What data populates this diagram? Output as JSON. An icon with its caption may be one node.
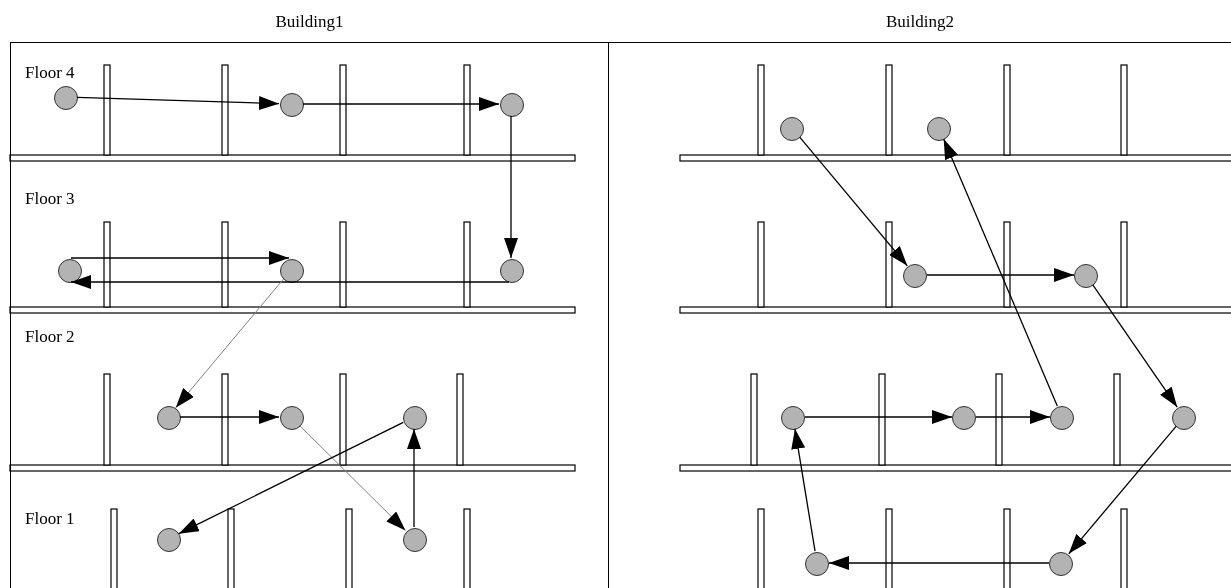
{
  "diagram": {
    "nodes": [
      {
        "text": [
          "Building1"
        ]
      },
      {
        "text": [
          "Building2"
        ]
      },
      {
        "text": [],
        "shape": "circle",
        "in": 0
      },
      {
        "text": [],
        "shape": "circle",
        "in": 0
      },
      {
        "text": [],
        "shape": "circle",
        "in": 0
      },
      {
        "text": [],
        "shape": "circle",
        "in": 0
      },
      {
        "text": [],
        "shape": "circle",
        "in": 0
      },
      {
        "text": [],
        "shape": "circle",
        "in": 0
      },
      {
        "text": [],
        "shape": "circle",
        "in": 0
      },
      {
        "text": [],
        "shape": "circle",
        "in": 0
      },
      {
        "text": [],
        "shape": "circle",
        "in": 0
      },
      {
        "text": [],
        "shape": "circle",
        "in": 0
      },
      {
        "text": [],
        "shape": "circle",
        "in": 0
      },
      {
        "text": [],
        "shape": "circle",
        "in": 1
      },
      {
        "text": [],
        "shape": "circle",
        "in": 1
      },
      {
        "text": [],
        "shape": "circle",
        "in": 1
      },
      {
        "text": [],
        "shape": "circle",
        "in": 1
      },
      {
        "text": [],
        "shape": "circle",
        "in": 1
      },
      {
        "text": [],
        "shape": "circle",
        "in": 1
      },
      {
        "text": [],
        "shape": "circle",
        "in": 1
      },
      {
        "text": [],
        "shape": "circle",
        "in": 1
      },
      {
        "text": [],
        "shape": "circle",
        "in": 1
      },
      {
        "text": [],
        "shape": "circle",
        "in": 1
      }
    ],
    "edges": [
      {
        "from": 2,
        "to": 3,
        "arrow": "to"
      },
      {
        "from": 3,
        "to": 4,
        "arrow": "to"
      },
      {
        "from": 4,
        "to": 7,
        "arrow": "to"
      },
      {
        "from": 7,
        "to": 5,
        "arrow": "to"
      },
      {
        "from": 5,
        "to": 6,
        "arrow": "to"
      },
      {
        "from": 6,
        "to": 8,
        "arrow": "to",
        "color": "#808080"
      },
      {
        "from": 8,
        "to": 9,
        "arrow": "to"
      },
      {
        "from": 9,
        "to": 12,
        "arrow": "to",
        "color": "#808080"
      },
      {
        "from": 12,
        "to": 10,
        "arrow": "to"
      },
      {
        "from": 10,
        "to": 11,
        "arrow": "to"
      },
      {
        "from": 13,
        "to": 15,
        "arrow": "to"
      },
      {
        "from": 15,
        "to": 16,
        "arrow": "to"
      },
      {
        "from": 16,
        "to": 20,
        "arrow": "to"
      },
      {
        "from": 20,
        "to": 22,
        "arrow": "to"
      },
      {
        "from": 22,
        "to": 21,
        "arrow": "to"
      },
      {
        "from": 21,
        "to": 17,
        "arrow": "to"
      },
      {
        "from": 17,
        "to": 18,
        "arrow": "to"
      },
      {
        "from": 18,
        "to": 19,
        "arrow": "to"
      },
      {
        "from": 19,
        "to": 14,
        "arrow": "to"
      }
    ],
    "labels": [
      "Floor 4",
      "Floor 3",
      "Floor 2",
      "Floor 1"
    ]
  }
}
